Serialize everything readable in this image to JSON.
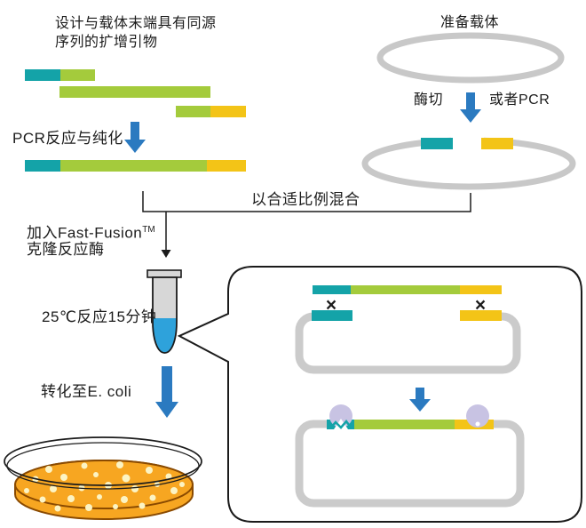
{
  "title": {
    "line1": "设计与载体末端具有同源",
    "line2": "序列的扩增引物"
  },
  "labels": {
    "prepare_vector": "准备载体",
    "digest": "酶切",
    "or_pcr": "或者PCR",
    "pcr_purify": "PCR反应与纯化",
    "mix_ratio": "以合适比例混合",
    "add_enzyme_main": "加入Fast-Fusion",
    "add_enzyme_sup": "TM",
    "add_enzyme_line2": "克隆反应酶",
    "incubate": "25℃反应15分钟",
    "transform": "转化至E. coli"
  },
  "icons": {
    "cross": "×"
  },
  "colors": {
    "teal": "#14A3A8",
    "green": "#A4CB3C",
    "yellow": "#F3C417",
    "arrow_blue": "#2B7AC0",
    "liquid_blue": "#2EA2DB",
    "plasmid_gray": "#C8C8C8",
    "ring_gray": "#CBCBCB",
    "enzyme_lavender": "#C8C3E3",
    "tube_gray": "#D7D7D7",
    "agar_orange": "#F7A621",
    "agar_outline": "#8A4A00",
    "colony": "#FCF4C4",
    "line_black": "#1B1B1B"
  },
  "petri": {
    "colonies": [
      [
        55,
        528,
        4
      ],
      [
        95,
        524,
        3.5
      ],
      [
        135,
        523,
        4
      ],
      [
        168,
        529,
        4
      ],
      [
        190,
        536,
        3.5
      ],
      [
        40,
        539,
        3.5
      ],
      [
        72,
        537,
        4
      ],
      [
        108,
        534,
        3
      ],
      [
        142,
        538,
        4.5
      ],
      [
        177,
        545,
        3
      ],
      [
        30,
        552,
        3
      ],
      [
        60,
        550,
        4
      ],
      [
        92,
        549,
        3.5
      ],
      [
        122,
        546,
        4
      ],
      [
        152,
        550,
        4
      ],
      [
        196,
        552,
        4
      ],
      [
        48,
        562,
        3.5
      ],
      [
        80,
        561,
        4
      ],
      [
        112,
        559,
        3
      ],
      [
        140,
        562,
        4
      ],
      [
        172,
        560,
        3.5
      ],
      [
        65,
        572,
        3.5
      ],
      [
        100,
        571,
        4
      ],
      [
        130,
        570,
        3
      ],
      [
        160,
        569,
        3.5
      ],
      [
        205,
        545,
        3
      ]
    ]
  }
}
